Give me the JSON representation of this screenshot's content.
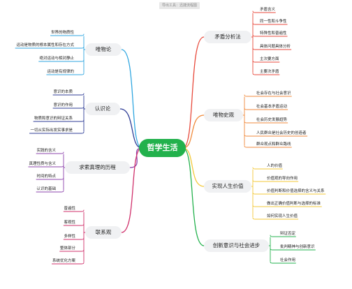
{
  "watermark": "导出工具：迅捷流程图",
  "root": "哲学生活",
  "colors": {
    "root": "#22b14c",
    "red": "#e84a3c",
    "orange": "#f08a3c",
    "yellow": "#f3c93a",
    "green": "#22b14c",
    "blue": "#2fa6e0",
    "navy": "#2f3e97",
    "purple": "#8e44ad",
    "pink": "#d0306b"
  },
  "branches": [
    {
      "id": "maodun",
      "label": "矛盾分析法",
      "color": "red",
      "leaves": [
        "矛盾含义",
        "同一性和斗争性",
        "特殊性和普遍性",
        "具体问题具体分析",
        "主次要方面",
        "主要次矛盾"
      ]
    },
    {
      "id": "weiwushi",
      "label": "唯物史观",
      "color": "orange",
      "leaves": [
        "社会存在与社会意识",
        "社会基本矛盾运动",
        "社会历史发展趋势",
        "人民群众是社会历史的创造者",
        "群众观点和群众路线"
      ]
    },
    {
      "id": "renshengjiazhi",
      "label": "实现人生价值",
      "color": "yellow",
      "leaves": [
        "人的价值",
        "价值观的导向作用",
        "价值判断和价值选择的含义与关系",
        "做出正确价值判断与选择的标准",
        "如何实现人生价值"
      ]
    },
    {
      "id": "chuangxin",
      "label": "创新意识与社会进步",
      "color": "green",
      "leaves": [
        "辩证否定",
        "批判精神与创新意识",
        "社会作用"
      ]
    },
    {
      "id": "weiwulun",
      "label": "唯物论",
      "color": "blue",
      "leaves": [
        "世界的物质性",
        "运动是物质的根本属性和存在方式",
        "绝对运动与相对静止",
        "运动是有规律的"
      ]
    },
    {
      "id": "renshilun",
      "label": "认识论",
      "color": "navy",
      "leaves": [
        "意识的本质",
        "意识的作用",
        "物质和意识的辩证关系",
        "一切从实际出发实事求是"
      ]
    },
    {
      "id": "zhenli",
      "label": "求索真理的历程",
      "color": "purple",
      "leaves": [
        "实践的含义",
        "真理性质与含义",
        "时间的特点",
        "认识的基础"
      ]
    },
    {
      "id": "lianxi",
      "label": "联系观",
      "color": "pink",
      "leaves": [
        "普遍性",
        "客观性",
        "多样性",
        "整体部分",
        "系统优化方案"
      ]
    }
  ]
}
